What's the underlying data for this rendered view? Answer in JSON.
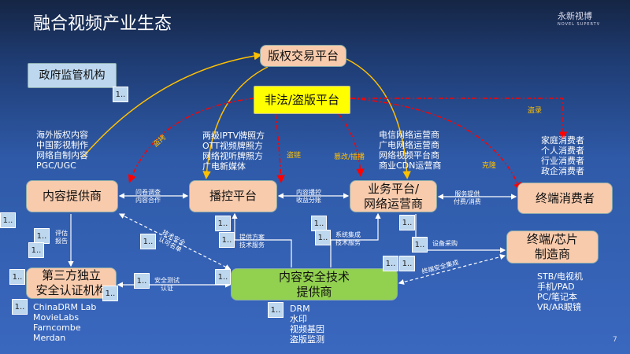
{
  "title": "融合视频产业生态",
  "logo": {
    "name": "永新视博",
    "sub": "NOVEL SUPERTV"
  },
  "nodes": {
    "copyright": "版权交易平台",
    "illegal": "非法/盗版平台",
    "gov": "政府监管机构",
    "cp": "内容提供商",
    "broadcast": "播控平台",
    "operator": "业务平台/\n网络运营商",
    "consumer": "终端消费者",
    "thirdparty": "第三方独立\n安全认证机构",
    "security": "内容安全技术\n提供商",
    "device": "终端/芯片\n制造商"
  },
  "lists": {
    "cp": "海外版权内容\n中国影视制作\n网络自制内容\nPGC/UGC",
    "broadcast": "两级IPTV牌照方\nOTT视频牌照方\n网络视听牌照方\n广电新媒体",
    "operator": "电信网络运营商\n广电网络运营商\n网络视频平台商\n商业CDN运营商",
    "consumer": "家庭消费者\n个人消费者\n行业消费者\n政企消费者",
    "thirdparty": "ChinaDRM Lab\nMovieLabs\nFarncombe\nMerdan",
    "security": "DRM\n水印\n视频基因\n盗版监测",
    "device": "STB/电视机\n手机/PAD\nPC/笔记本\nVR/AR眼镜"
  },
  "links": {
    "cp_bc": "问卷调查\n内容合作",
    "bc_op": "内容播控\n收益分账",
    "op_cons": "服务提供\n付费/消费",
    "eval": "评估\n报告",
    "cert": "技术安全\n认可名单",
    "test": "安全测试\n认证",
    "solution": "提供方案\n技术服务",
    "integration": "系统集成\n技术服务",
    "purchase": "设备采购",
    "terminal_sec": "终端安全集成"
  },
  "piracy": {
    "copy": "盗拷",
    "leech": "盗链",
    "tamper": "篡改/插播",
    "clone": "克隆",
    "record": "盗录"
  },
  "placeholder": "1..",
  "page_number": "7"
}
